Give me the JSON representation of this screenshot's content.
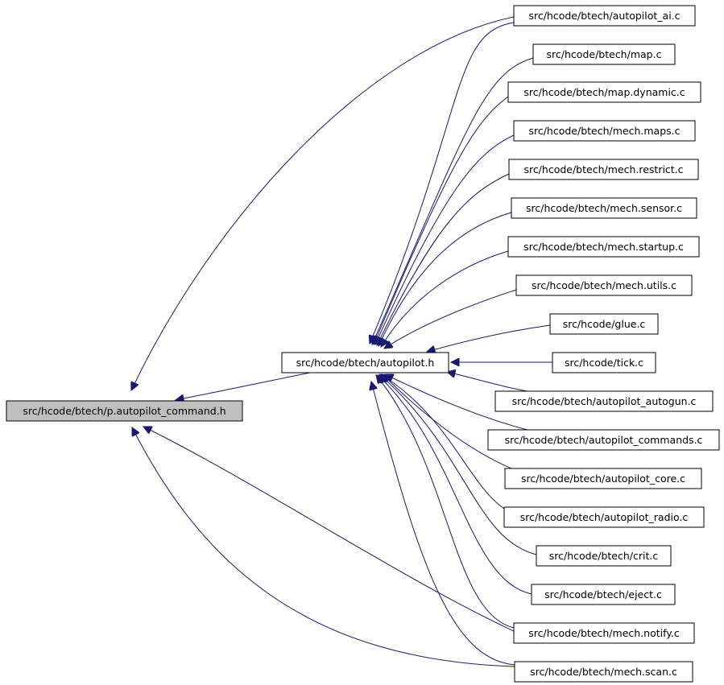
{
  "graph": {
    "root": "src/hcode/btech/p.autopilot_command.h",
    "hub": "src/hcode/btech/autopilot.h",
    "hub_includers": [
      "src/hcode/btech/autopilot_ai.c",
      "src/hcode/btech/map.c",
      "src/hcode/btech/map.dynamic.c",
      "src/hcode/btech/mech.maps.c",
      "src/hcode/btech/mech.restrict.c",
      "src/hcode/btech/mech.sensor.c",
      "src/hcode/btech/mech.startup.c",
      "src/hcode/btech/mech.utils.c",
      "src/hcode/glue.c",
      "src/hcode/tick.c",
      "src/hcode/btech/autopilot_autogun.c",
      "src/hcode/btech/autopilot_commands.c",
      "src/hcode/btech/autopilot_core.c",
      "src/hcode/btech/autopilot_radio.c",
      "src/hcode/btech/crit.c",
      "src/hcode/btech/eject.c",
      "src/hcode/btech/mech.notify.c",
      "src/hcode/btech/mech.scan.c"
    ],
    "direct_root_includers": [
      "src/hcode/btech/autopilot.h",
      "src/hcode/btech/autopilot_ai.c",
      "src/hcode/btech/mech.notify.c",
      "src/hcode/btech/mech.scan.c"
    ]
  },
  "colors": {
    "edge": "#191970",
    "root_fill": "#bfbfbf",
    "node_fill": "#ffffff",
    "node_border": "#000000"
  }
}
